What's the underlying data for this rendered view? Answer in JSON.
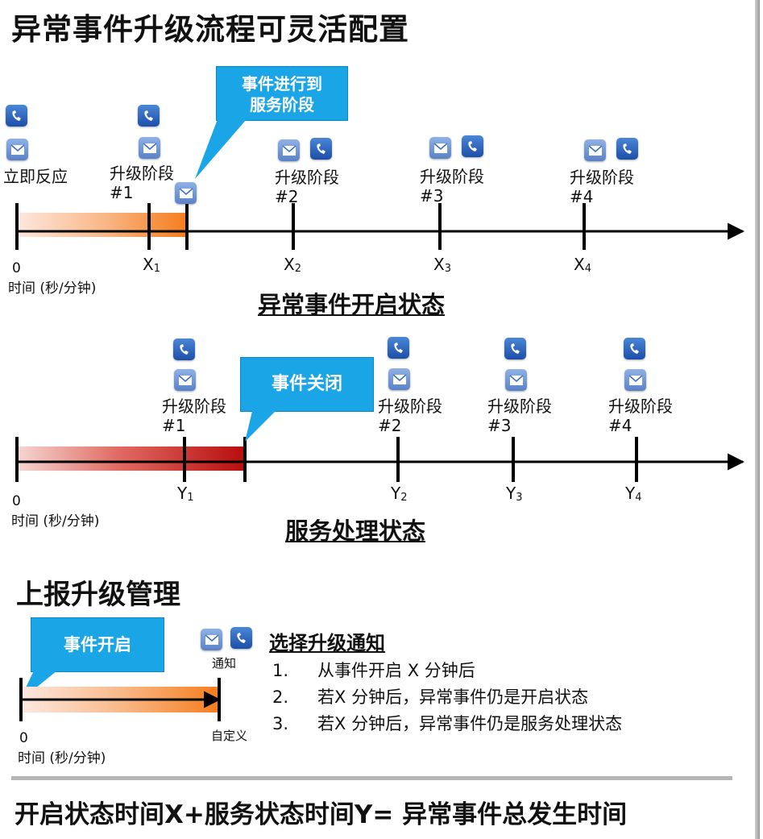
{
  "title": "异常事件升级流程可灵活配置",
  "diagram1": {
    "immediate": "立即反应",
    "stages": [
      {
        "line1": "升级阶段",
        "line2": "#1"
      },
      {
        "line1": "升级阶段",
        "line2": "#2"
      },
      {
        "line1": "升级阶段",
        "line2": "#3"
      },
      {
        "line1": "升级阶段",
        "line2": "#4"
      }
    ],
    "callout": {
      "line1": "事件进行到",
      "line2": "服务阶段"
    },
    "origin": "0",
    "time_label": "时间 (秒/分钟)",
    "ticks": [
      {
        "base": "X",
        "sub": "1"
      },
      {
        "base": "X",
        "sub": "2"
      },
      {
        "base": "X",
        "sub": "3"
      },
      {
        "base": "X",
        "sub": "4"
      }
    ],
    "section_label": "异常事件开启状态"
  },
  "diagram2": {
    "stages": [
      {
        "line1": "升级阶段",
        "line2": "#1"
      },
      {
        "line1": "升级阶段",
        "line2": "#2"
      },
      {
        "line1": "升级阶段",
        "line2": "#3"
      },
      {
        "line1": "升级阶段",
        "line2": "#4"
      }
    ],
    "callout": "事件关闭",
    "origin": "0",
    "time_label": "时间 (秒/分钟)",
    "ticks": [
      {
        "base": "Y",
        "sub": "1"
      },
      {
        "base": "Y",
        "sub": "2"
      },
      {
        "base": "Y",
        "sub": "3"
      },
      {
        "base": "Y",
        "sub": "4"
      }
    ],
    "section_label": "服务处理状态"
  },
  "report": {
    "heading": "上报升级管理",
    "callout": "事件开启",
    "notify_label": "通知",
    "custom_label": "自定义",
    "origin": "0",
    "time_label": "时间 (秒/分钟)",
    "options_title": "选择升级通知",
    "options": [
      {
        "num": "1.",
        "text": "从事件开启 X 分钟后"
      },
      {
        "num": "2.",
        "text": "若X 分钟后，异常事件仍是开启状态"
      },
      {
        "num": "3.",
        "text": "若X 分钟后，异常事件仍是服务处理状态"
      }
    ]
  },
  "footer": "开启状态时间X+服务状态时间Y= 异常事件总发生时间",
  "colors": {
    "callout_blue": "#1aa5e6",
    "icon_blue": "#2a5fb8",
    "bar_orange": "#f57d1e",
    "bar_red": "#b80d0d",
    "axis": "#000000"
  },
  "icons": [
    "phone-icon",
    "mail-icon"
  ]
}
